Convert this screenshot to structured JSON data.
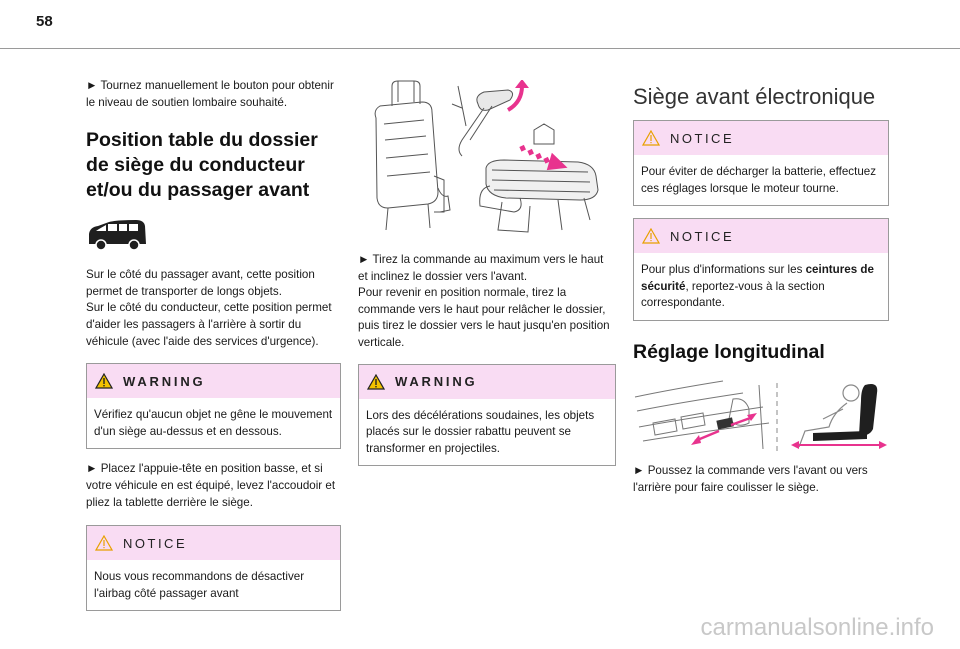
{
  "page_number": "58",
  "col1": {
    "intro": "► Tournez manuellement le bouton pour obtenir le niveau de soutien lombaire souhaité.",
    "heading": "Position table du dossier de siège du conducteur et/ou du passager avant",
    "vehicle_icon": "van-icon",
    "paragraph": "Sur le côté du passager avant, cette position permet de transporter de longs objets.\nSur le côté du conducteur, cette position permet d'aider les passagers à l'arrière à sortir du véhicule (avec l'aide des services d'urgence).",
    "warning": {
      "label": "WARNING",
      "text": "Vérifiez qu'aucun objet ne gêne le mouvement d'un siège au-dessus et en dessous."
    },
    "step": "► Placez l'appuie-tête en position basse, et si votre véhicule en est équipé, levez l'accoudoir et pliez la tablette derrière le siège.",
    "notice": {
      "label": "NOTICE",
      "text": "Nous vous recommandons de désactiver l'airbag côté passager avant"
    }
  },
  "col2": {
    "step": "► Tirez la commande au maximum vers le haut et inclinez le dossier vers l'avant.\nPour revenir en position normale, tirez la commande vers le haut pour relâcher le dossier, puis tirez le dossier vers le haut jusqu'en position verticale.",
    "warning": {
      "label": "WARNING",
      "text": "Lors des décélérations soudaines, les objets placés sur le dossier rabattu peuvent se transformer en projectiles."
    }
  },
  "col3": {
    "heading": "Siège avant électronique",
    "notice1": {
      "label": "NOTICE",
      "text": "Pour éviter de décharger la batterie, effectuez ces réglages lorsque le moteur tourne."
    },
    "notice2": {
      "label": "NOTICE",
      "text_before": "Pour plus d'informations sur les ",
      "text_bold": "ceintures de sécurité",
      "text_after": ", reportez-vous à la section correspondante."
    },
    "subheading": "Réglage longitudinal",
    "step": "► Poussez la commande vers l'avant ou vers l'arrière pour faire coulisser le siège."
  },
  "footer": "carmanualsonline.info",
  "colors": {
    "accent_pink": "#e8338e",
    "box_header": "#f9dcf3",
    "warning_yellow": "#f2c200"
  }
}
